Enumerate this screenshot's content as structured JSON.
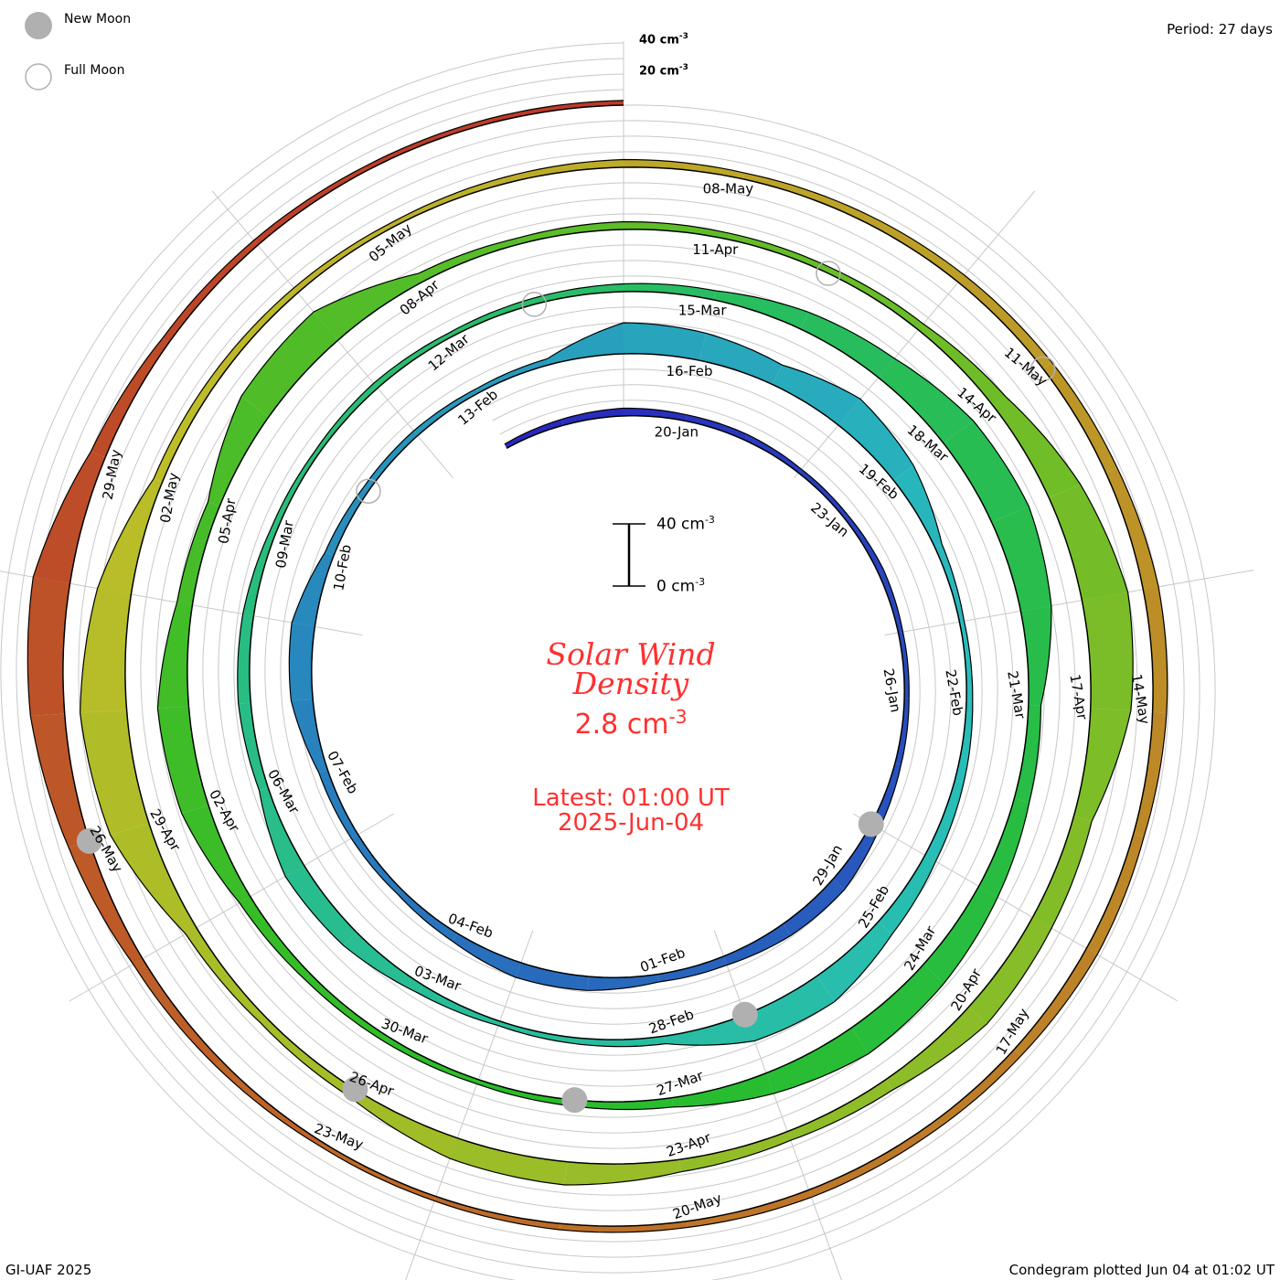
{
  "legend": {
    "new_moon": "New Moon",
    "full_moon": "Full Moon",
    "grid_40": "40 cm",
    "grid_20": "20 cm",
    "exp": "-3"
  },
  "period": "Period: 27 days",
  "scale": {
    "top": "40 cm",
    "bottom": "0 cm",
    "exp": "-3"
  },
  "center": {
    "title1": "Solar Wind",
    "title2": "Density",
    "value": "2.8 cm",
    "value_exp": "-3",
    "latest": "Latest: 01:00 UT",
    "date": "2025-Jun-04"
  },
  "footer": {
    "left": "GI-UAF 2025",
    "right": "Condegram plotted Jun 04 at 01:02 UT"
  },
  "chart_data": {
    "type": "area",
    "subtype": "condegram-spiral",
    "title": "Solar Wind Density",
    "units": "cm^-3",
    "period_days": 27,
    "start_date": "2025-01-18",
    "end_date": "2025-06-04",
    "value_scale": [
      0,
      40
    ],
    "daily_values": [
      3,
      4,
      5,
      4,
      4,
      3,
      3,
      4,
      3,
      3,
      4,
      6,
      10,
      9,
      6,
      5,
      9,
      10,
      6,
      4,
      5,
      6,
      14,
      15,
      6,
      4,
      4,
      3,
      4,
      20,
      18,
      14,
      22,
      16,
      5,
      3,
      4,
      6,
      8,
      12,
      20,
      18,
      5,
      4,
      3,
      6,
      12,
      14,
      6,
      8,
      7,
      4,
      3,
      4,
      3,
      4,
      5,
      6,
      12,
      16,
      24,
      26,
      20,
      8,
      10,
      14,
      18,
      20,
      14,
      6,
      4,
      3,
      4,
      5,
      8,
      18,
      20,
      10,
      8,
      22,
      24,
      6,
      4,
      5,
      4,
      4,
      5,
      10,
      22,
      30,
      26,
      12,
      14,
      16,
      8,
      6,
      8,
      15,
      14,
      6,
      5,
      8,
      26,
      30,
      22,
      6,
      5,
      4,
      3,
      4,
      5,
      4,
      5,
      6,
      7,
      8,
      10,
      9,
      7,
      8,
      6,
      5,
      5,
      4,
      4,
      3,
      3,
      5,
      7,
      14,
      22,
      24,
      10,
      5,
      4,
      3,
      3,
      3
    ],
    "date_labels": [
      "20-Jan",
      "23-Jan",
      "26-Jan",
      "29-Jan",
      "01-Feb",
      "04-Feb",
      "07-Feb",
      "10-Feb",
      "13-Feb",
      "16-Feb",
      "19-Feb",
      "22-Feb",
      "25-Feb",
      "28-Feb",
      "03-Mar",
      "06-Mar",
      "09-Mar",
      "12-Mar",
      "15-Mar",
      "18-Mar",
      "21-Mar",
      "24-Mar",
      "27-Mar",
      "30-Mar",
      "02-Apr",
      "05-Apr",
      "08-Apr",
      "11-Apr",
      "14-Apr",
      "17-Apr",
      "20-Apr",
      "23-Apr",
      "26-Apr",
      "29-Apr",
      "02-May",
      "05-May",
      "08-May",
      "11-May",
      "14-May",
      "17-May",
      "20-May",
      "23-May",
      "26-May",
      "29-May"
    ],
    "new_moons": [
      "29-Jan",
      "28-Feb",
      "29-Mar",
      "27-Apr",
      "27-May"
    ],
    "full_moons": [
      "12-Feb",
      "14-Mar",
      "13-Apr",
      "12-May"
    ],
    "current_value": 2.8
  }
}
